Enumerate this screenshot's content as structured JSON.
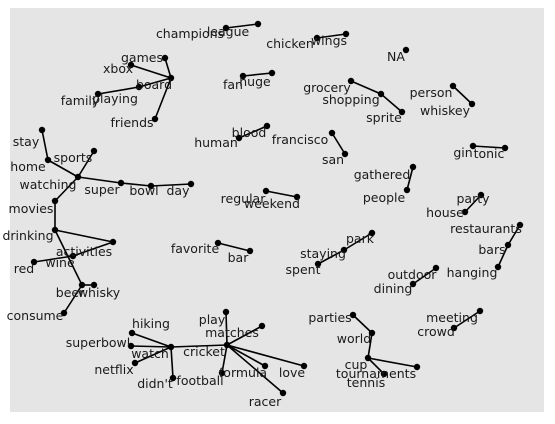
{
  "colors": {
    "panel_background": "#e5e5e5",
    "edge": "#000000",
    "node": "#000000",
    "text": "#1a1a1a"
  },
  "nodes": [
    {
      "id": "league",
      "label": "league"
    },
    {
      "id": "champions",
      "label": "champions"
    },
    {
      "id": "chicken",
      "label": "chicken"
    },
    {
      "id": "wings",
      "label": "wings"
    },
    {
      "id": "NA",
      "label": "NA"
    },
    {
      "id": "games",
      "label": "games"
    },
    {
      "id": "xbox",
      "label": "xbox"
    },
    {
      "id": "board",
      "label": "board"
    },
    {
      "id": "playing",
      "label": "playing"
    },
    {
      "id": "family",
      "label": "family"
    },
    {
      "id": "friends",
      "label": "friends"
    },
    {
      "id": "fan",
      "label": "fan"
    },
    {
      "id": "huge",
      "label": "huge"
    },
    {
      "id": "grocery",
      "label": "grocery"
    },
    {
      "id": "shopping",
      "label": "shopping"
    },
    {
      "id": "sprite",
      "label": "sprite"
    },
    {
      "id": "person",
      "label": "person"
    },
    {
      "id": "whiskey",
      "label": "whiskey"
    },
    {
      "id": "stay",
      "label": "stay"
    },
    {
      "id": "home",
      "label": "home"
    },
    {
      "id": "sports",
      "label": "sports"
    },
    {
      "id": "watching",
      "label": "watching"
    },
    {
      "id": "super",
      "label": "super"
    },
    {
      "id": "bowl",
      "label": "bowl"
    },
    {
      "id": "day",
      "label": "day"
    },
    {
      "id": "movies",
      "label": "movies"
    },
    {
      "id": "drinking",
      "label": "drinking"
    },
    {
      "id": "activities",
      "label": "activities"
    },
    {
      "id": "wine",
      "label": "wine"
    },
    {
      "id": "red",
      "label": "red"
    },
    {
      "id": "beer",
      "label": "beer"
    },
    {
      "id": "whisky",
      "label": "whisky"
    },
    {
      "id": "consume",
      "label": "consume"
    },
    {
      "id": "blood",
      "label": "blood"
    },
    {
      "id": "human",
      "label": "human"
    },
    {
      "id": "francisco",
      "label": "francisco"
    },
    {
      "id": "san",
      "label": "san"
    },
    {
      "id": "gin",
      "label": "gin"
    },
    {
      "id": "tonic",
      "label": "tonic"
    },
    {
      "id": "gathered",
      "label": "gathered"
    },
    {
      "id": "people",
      "label": "people"
    },
    {
      "id": "regular",
      "label": "regular"
    },
    {
      "id": "weekend",
      "label": "weekend"
    },
    {
      "id": "party",
      "label": "party"
    },
    {
      "id": "house",
      "label": "house"
    },
    {
      "id": "restaurants",
      "label": "restaurants"
    },
    {
      "id": "bars",
      "label": "bars"
    },
    {
      "id": "hanging",
      "label": "hanging"
    },
    {
      "id": "favorite",
      "label": "favorite"
    },
    {
      "id": "bar",
      "label": "bar"
    },
    {
      "id": "park",
      "label": "park"
    },
    {
      "id": "staying",
      "label": "staying"
    },
    {
      "id": "spent",
      "label": "spent"
    },
    {
      "id": "outdoor",
      "label": "outdoor"
    },
    {
      "id": "dining",
      "label": "dining"
    },
    {
      "id": "meeting",
      "label": "meeting"
    },
    {
      "id": "crowd",
      "label": "crowd"
    },
    {
      "id": "parties",
      "label": "parties"
    },
    {
      "id": "world",
      "label": "world"
    },
    {
      "id": "cup",
      "label": "cup"
    },
    {
      "id": "tournaments",
      "label": "tournaments"
    },
    {
      "id": "tennis",
      "label": "tennis"
    },
    {
      "id": "hiking",
      "label": "hiking"
    },
    {
      "id": "superbowl",
      "label": "superbowl"
    },
    {
      "id": "watch",
      "label": "watch"
    },
    {
      "id": "netflix",
      "label": "netflix"
    },
    {
      "id": "didnt",
      "label": "didn't"
    },
    {
      "id": "play",
      "label": "play"
    },
    {
      "id": "matches",
      "label": "matches"
    },
    {
      "id": "cricket",
      "label": "cricket"
    },
    {
      "id": "football",
      "label": "football"
    },
    {
      "id": "formula",
      "label": "formula"
    },
    {
      "id": "love",
      "label": "love"
    },
    {
      "id": "racer",
      "label": "racer"
    }
  ],
  "edges": [
    [
      "champions",
      "league"
    ],
    [
      "chicken",
      "wings"
    ],
    [
      "games",
      "board"
    ],
    [
      "xbox",
      "board"
    ],
    [
      "board",
      "playing"
    ],
    [
      "playing",
      "family"
    ],
    [
      "board",
      "friends"
    ],
    [
      "fan",
      "huge"
    ],
    [
      "grocery",
      "shopping"
    ],
    [
      "shopping",
      "sprite"
    ],
    [
      "person",
      "whiskey"
    ],
    [
      "stay",
      "home"
    ],
    [
      "home",
      "watching"
    ],
    [
      "sports",
      "watching"
    ],
    [
      "watching",
      "super"
    ],
    [
      "super",
      "bowl"
    ],
    [
      "bowl",
      "day"
    ],
    [
      "watching",
      "movies"
    ],
    [
      "movies",
      "drinking"
    ],
    [
      "drinking",
      "activities"
    ],
    [
      "activities",
      "wine"
    ],
    [
      "wine",
      "red"
    ],
    [
      "drinking",
      "beer"
    ],
    [
      "beer",
      "whisky"
    ],
    [
      "beer",
      "consume"
    ],
    [
      "human",
      "blood"
    ],
    [
      "francisco",
      "san"
    ],
    [
      "gin",
      "tonic"
    ],
    [
      "gathered",
      "people"
    ],
    [
      "regular",
      "weekend"
    ],
    [
      "party",
      "house"
    ],
    [
      "restaurants",
      "bars"
    ],
    [
      "bars",
      "hanging"
    ],
    [
      "favorite",
      "bar"
    ],
    [
      "park",
      "staying"
    ],
    [
      "staying",
      "spent"
    ],
    [
      "outdoor",
      "dining"
    ],
    [
      "meeting",
      "crowd"
    ],
    [
      "parties",
      "world"
    ],
    [
      "world",
      "cup"
    ],
    [
      "cup",
      "tournaments"
    ],
    [
      "cup",
      "tennis"
    ],
    [
      "hiking",
      "watch"
    ],
    [
      "superbowl",
      "watch"
    ],
    [
      "watch",
      "netflix"
    ],
    [
      "watch",
      "didnt"
    ],
    [
      "watch",
      "cricket"
    ],
    [
      "play",
      "cricket"
    ],
    [
      "matches",
      "cricket"
    ],
    [
      "cricket",
      "football"
    ],
    [
      "cricket",
      "formula"
    ],
    [
      "cricket",
      "love"
    ],
    [
      "cricket",
      "racer"
    ]
  ]
}
